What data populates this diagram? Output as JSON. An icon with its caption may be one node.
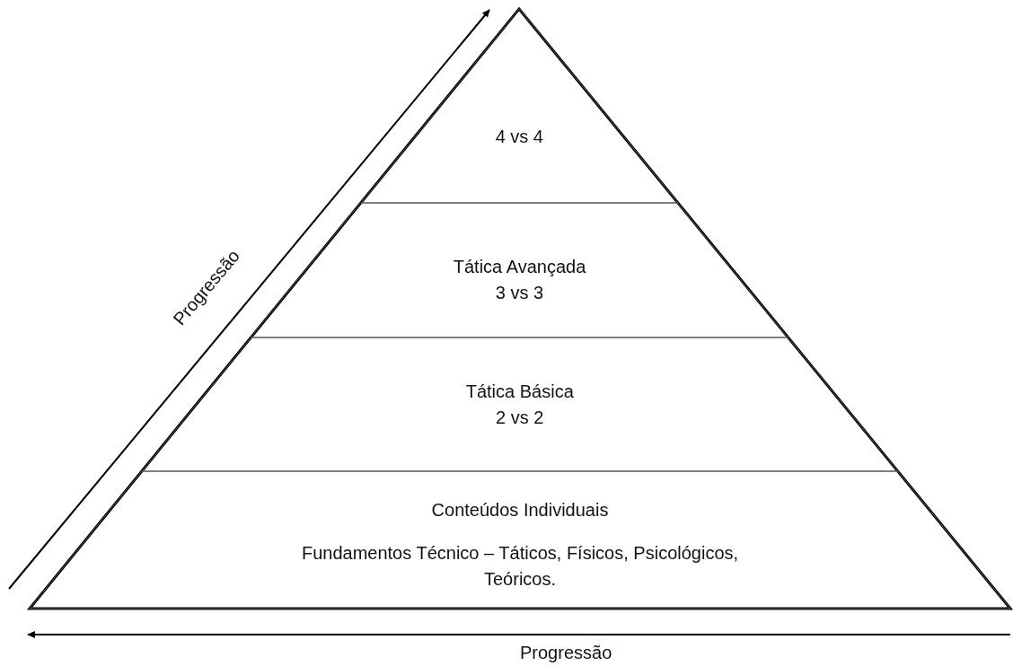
{
  "diagram": {
    "nodes": [
      {
        "text": [
          "4 vs 4"
        ]
      },
      {
        "text": [
          "Tática Avançada",
          "3 vs 3"
        ]
      },
      {
        "text": [
          "Tática Básica",
          "2 vs 2"
        ]
      },
      {
        "text": [
          "Conteúdos Individuais",
          "Fundamentos Técnico – Táticos, Físicos, Psicológicos, Teóricos."
        ]
      }
    ],
    "edges": [],
    "labels": [
      "Progressão",
      "Progressão"
    ]
  }
}
